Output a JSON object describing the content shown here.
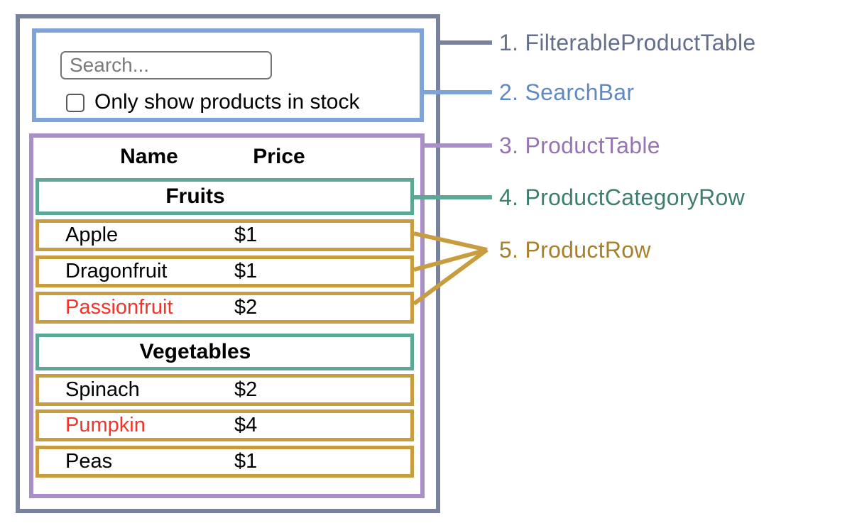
{
  "search_bar": {
    "placeholder": "Search...",
    "checkbox_label": "Only show products in stock",
    "checkbox_checked": false
  },
  "product_table": {
    "headers": [
      "Name",
      "Price"
    ],
    "sections": [
      {
        "category": "Fruits",
        "rows": [
          {
            "name": "Apple",
            "price": "$1",
            "highlighted": false
          },
          {
            "name": "Dragonfruit",
            "price": "$1",
            "highlighted": false
          },
          {
            "name": "Passionfruit",
            "price": "$2",
            "highlighted": true
          }
        ]
      },
      {
        "category": "Vegetables",
        "rows": [
          {
            "name": "Spinach",
            "price": "$2",
            "highlighted": false
          },
          {
            "name": "Pumpkin",
            "price": "$4",
            "highlighted": true
          },
          {
            "name": "Peas",
            "price": "$1",
            "highlighted": false
          }
        ]
      }
    ]
  },
  "annotations": [
    {
      "id": "filterable-product-table",
      "text": "1. FilterableProductTable",
      "color": "#646f8b"
    },
    {
      "id": "search-bar",
      "text": "2. SearchBar",
      "color": "#6189c1"
    },
    {
      "id": "product-table",
      "text": "3. ProductTable",
      "color": "#9673b2"
    },
    {
      "id": "product-category-row",
      "text": "4. ProductCategoryRow",
      "color": "#3e7d70"
    },
    {
      "id": "product-row",
      "text": "5. ProductRow",
      "color": "#a5812d"
    }
  ],
  "colors": {
    "outer_border": "#78829c",
    "searchbar_border": "#7da3d8",
    "table_border": "#a98fc9",
    "category_border": "#5ca795",
    "row_border": "#c89d3f",
    "highlight_text": "#f0352b"
  }
}
